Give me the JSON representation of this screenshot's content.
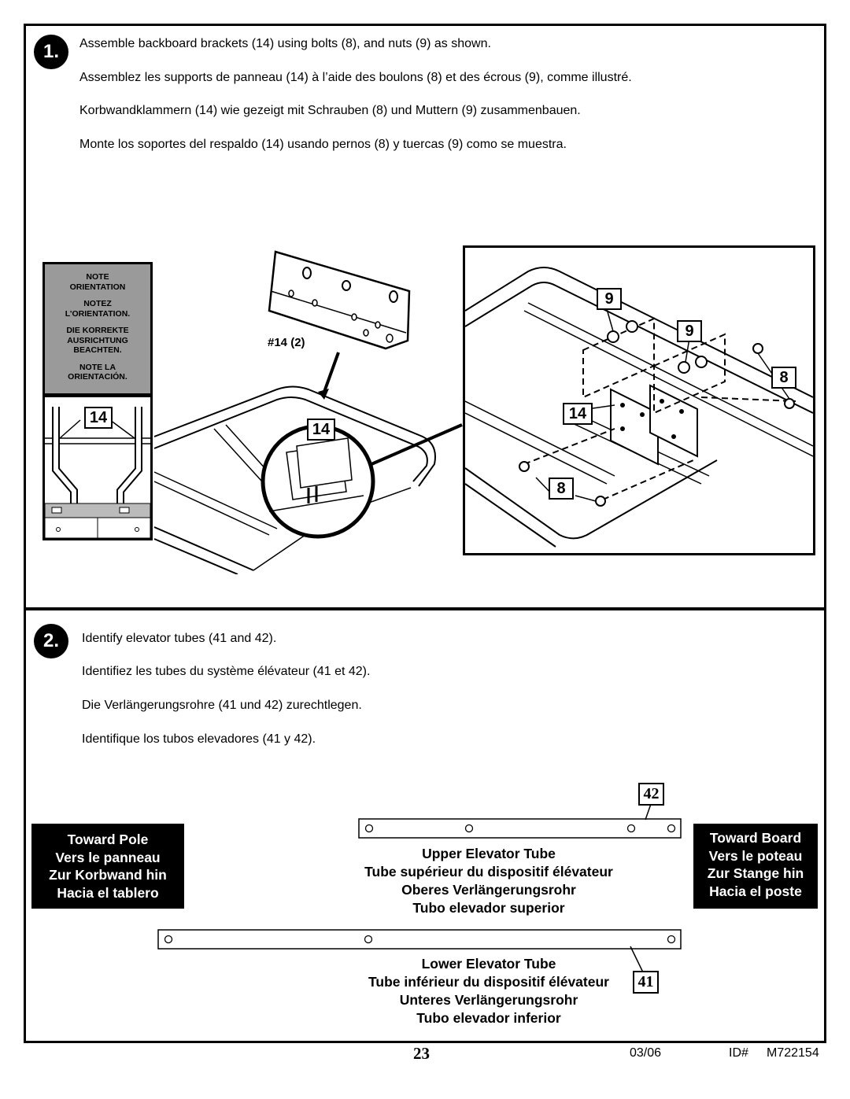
{
  "step1": {
    "number": "1.",
    "lines": [
      "Assemble backboard brackets (14) using bolts (8), and nuts (9) as shown.",
      "Assemblez les supports de panneau (14) à l’aide des boulons (8) et des écrous (9), comme illustré.",
      "Korbwandklammern (14) wie gezeigt mit Schrauben (8) und Muttern (9) zusammenbauen.",
      "Monte los soportes del respaldo (14) usando pernos (8) y tuercas (9) como se muestra."
    ],
    "note": [
      "NOTE\nORIENTATION",
      "NOTEZ\nL’ORIENTATION.",
      "DIE KORREKTE\nAUSRICHTUNG\nBEACHTEN.",
      "NOTE LA\nORIENTACIÓN."
    ],
    "part_label": "#14 (2)",
    "callouts": {
      "bracket": "14",
      "nut": "9",
      "bolt": "8"
    }
  },
  "step2": {
    "number": "2.",
    "lines": [
      "Identify elevator tubes (41 and 42).",
      "Identifiez les tubes du système élévateur (41 et 42).",
      "Die Verlängerungsrohre (41 und 42) zurechtlegen.",
      "Identifique los tubos elevadores (41 y 42)."
    ],
    "toward_pole": [
      "Toward Pole",
      "Vers le panneau",
      "Zur Korbwand hin",
      "Hacia el tablero"
    ],
    "toward_board": [
      "Toward Board",
      "Vers le poteau",
      "Zur Stange hin",
      "Hacia el poste"
    ],
    "upper_tube": [
      "Upper Elevator Tube",
      "Tube supérieur du dispositif élévateur",
      "Oberes Verlängerungsrohr",
      "Tubo elevador superior"
    ],
    "lower_tube": [
      "Lower Elevator Tube",
      "Tube inférieur du dispositif élévateur",
      "Unteres Verlängerungsrohr",
      "Tubo elevador inferior"
    ],
    "upper_part": "42",
    "lower_part": "41"
  },
  "footer": {
    "page": "23",
    "date": "03/06",
    "id_label": "ID#",
    "id_value": "M722154"
  }
}
